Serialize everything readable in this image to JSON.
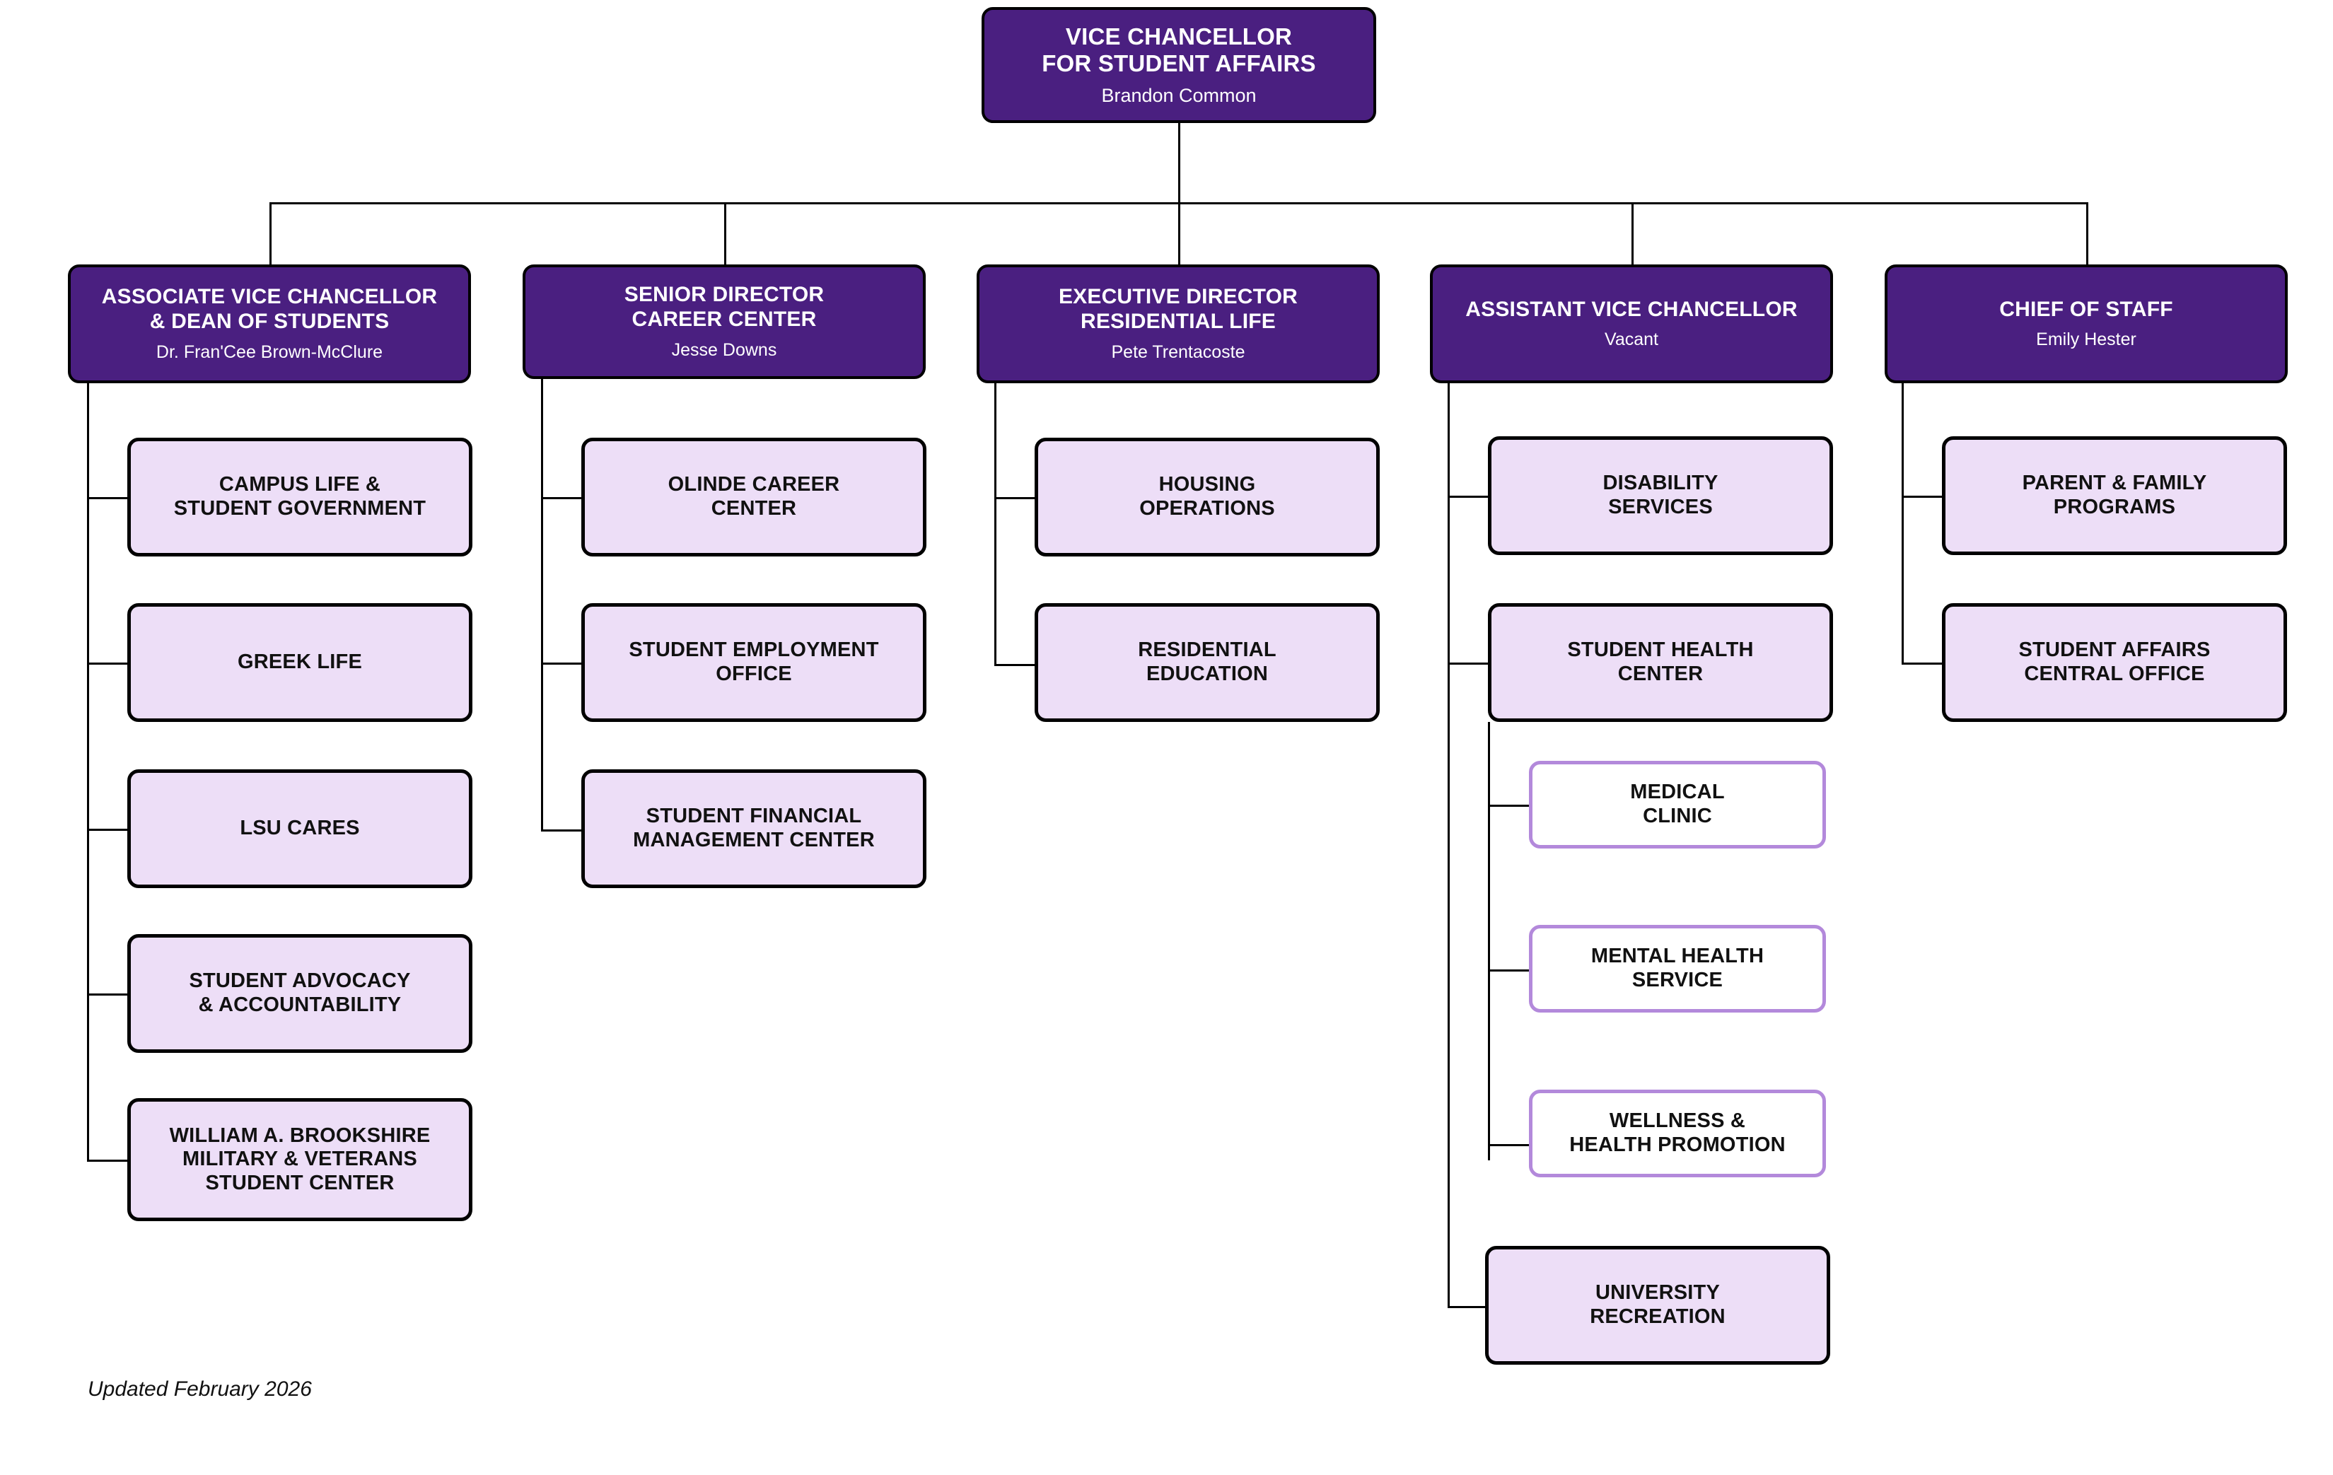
{
  "diagram": {
    "kind": "organizational-chart",
    "footer_note": "Updated February 2026",
    "colors": {
      "executive_fill": "#4A1F80",
      "unit_fill": "#EDDEF7",
      "subunit_border": "#B389DB",
      "outline": "#000000",
      "executive_text": "#FFFFFF",
      "unit_text": "#111111",
      "background": "#FFFFFF"
    }
  },
  "root": {
    "title": "VICE CHANCELLOR\nFOR STUDENT AFFAIRS",
    "person": "Brandon Common"
  },
  "divisions": [
    {
      "title": "ASSOCIATE VICE CHANCELLOR\n& DEAN OF STUDENTS",
      "person": "Dr. Fran'Cee Brown-McClure",
      "units": [
        {
          "title": "CAMPUS LIFE &\nSTUDENT GOVERNMENT"
        },
        {
          "title": "GREEK LIFE"
        },
        {
          "title": "LSU CARES"
        },
        {
          "title": "STUDENT ADVOCACY\n& ACCOUNTABILITY"
        },
        {
          "title": "WILLIAM A. BROOKSHIRE\nMILITARY & VETERANS\nSTUDENT CENTER"
        }
      ]
    },
    {
      "title": "SENIOR DIRECTOR\nCAREER CENTER",
      "person": "Jesse Downs",
      "units": [
        {
          "title": "OLINDE CAREER\nCENTER"
        },
        {
          "title": "STUDENT EMPLOYMENT\nOFFICE"
        },
        {
          "title": "STUDENT FINANCIAL\nMANAGEMENT CENTER"
        }
      ]
    },
    {
      "title": "EXECUTIVE DIRECTOR\nRESIDENTIAL LIFE",
      "person": "Pete Trentacoste",
      "units": [
        {
          "title": "HOUSING\nOPERATIONS"
        },
        {
          "title": "RESIDENTIAL\nEDUCATION"
        }
      ]
    },
    {
      "title": "ASSISTANT VICE CHANCELLOR",
      "person": "Vacant",
      "units": [
        {
          "title": "DISABILITY\nSERVICES"
        },
        {
          "title": "STUDENT HEALTH\nCENTER",
          "subunits": [
            {
              "title": "MEDICAL\nCLINIC"
            },
            {
              "title": "MENTAL HEALTH\nSERVICE"
            },
            {
              "title": "WELLNESS &\nHEALTH PROMOTION"
            }
          ]
        },
        {
          "title": "UNIVERSITY\nRECREATION"
        }
      ]
    },
    {
      "title": "CHIEF OF STAFF",
      "person": "Emily Hester",
      "units": [
        {
          "title": "PARENT & FAMILY\nPROGRAMS"
        },
        {
          "title": "STUDENT AFFAIRS\nCENTRAL OFFICE"
        }
      ]
    }
  ]
}
